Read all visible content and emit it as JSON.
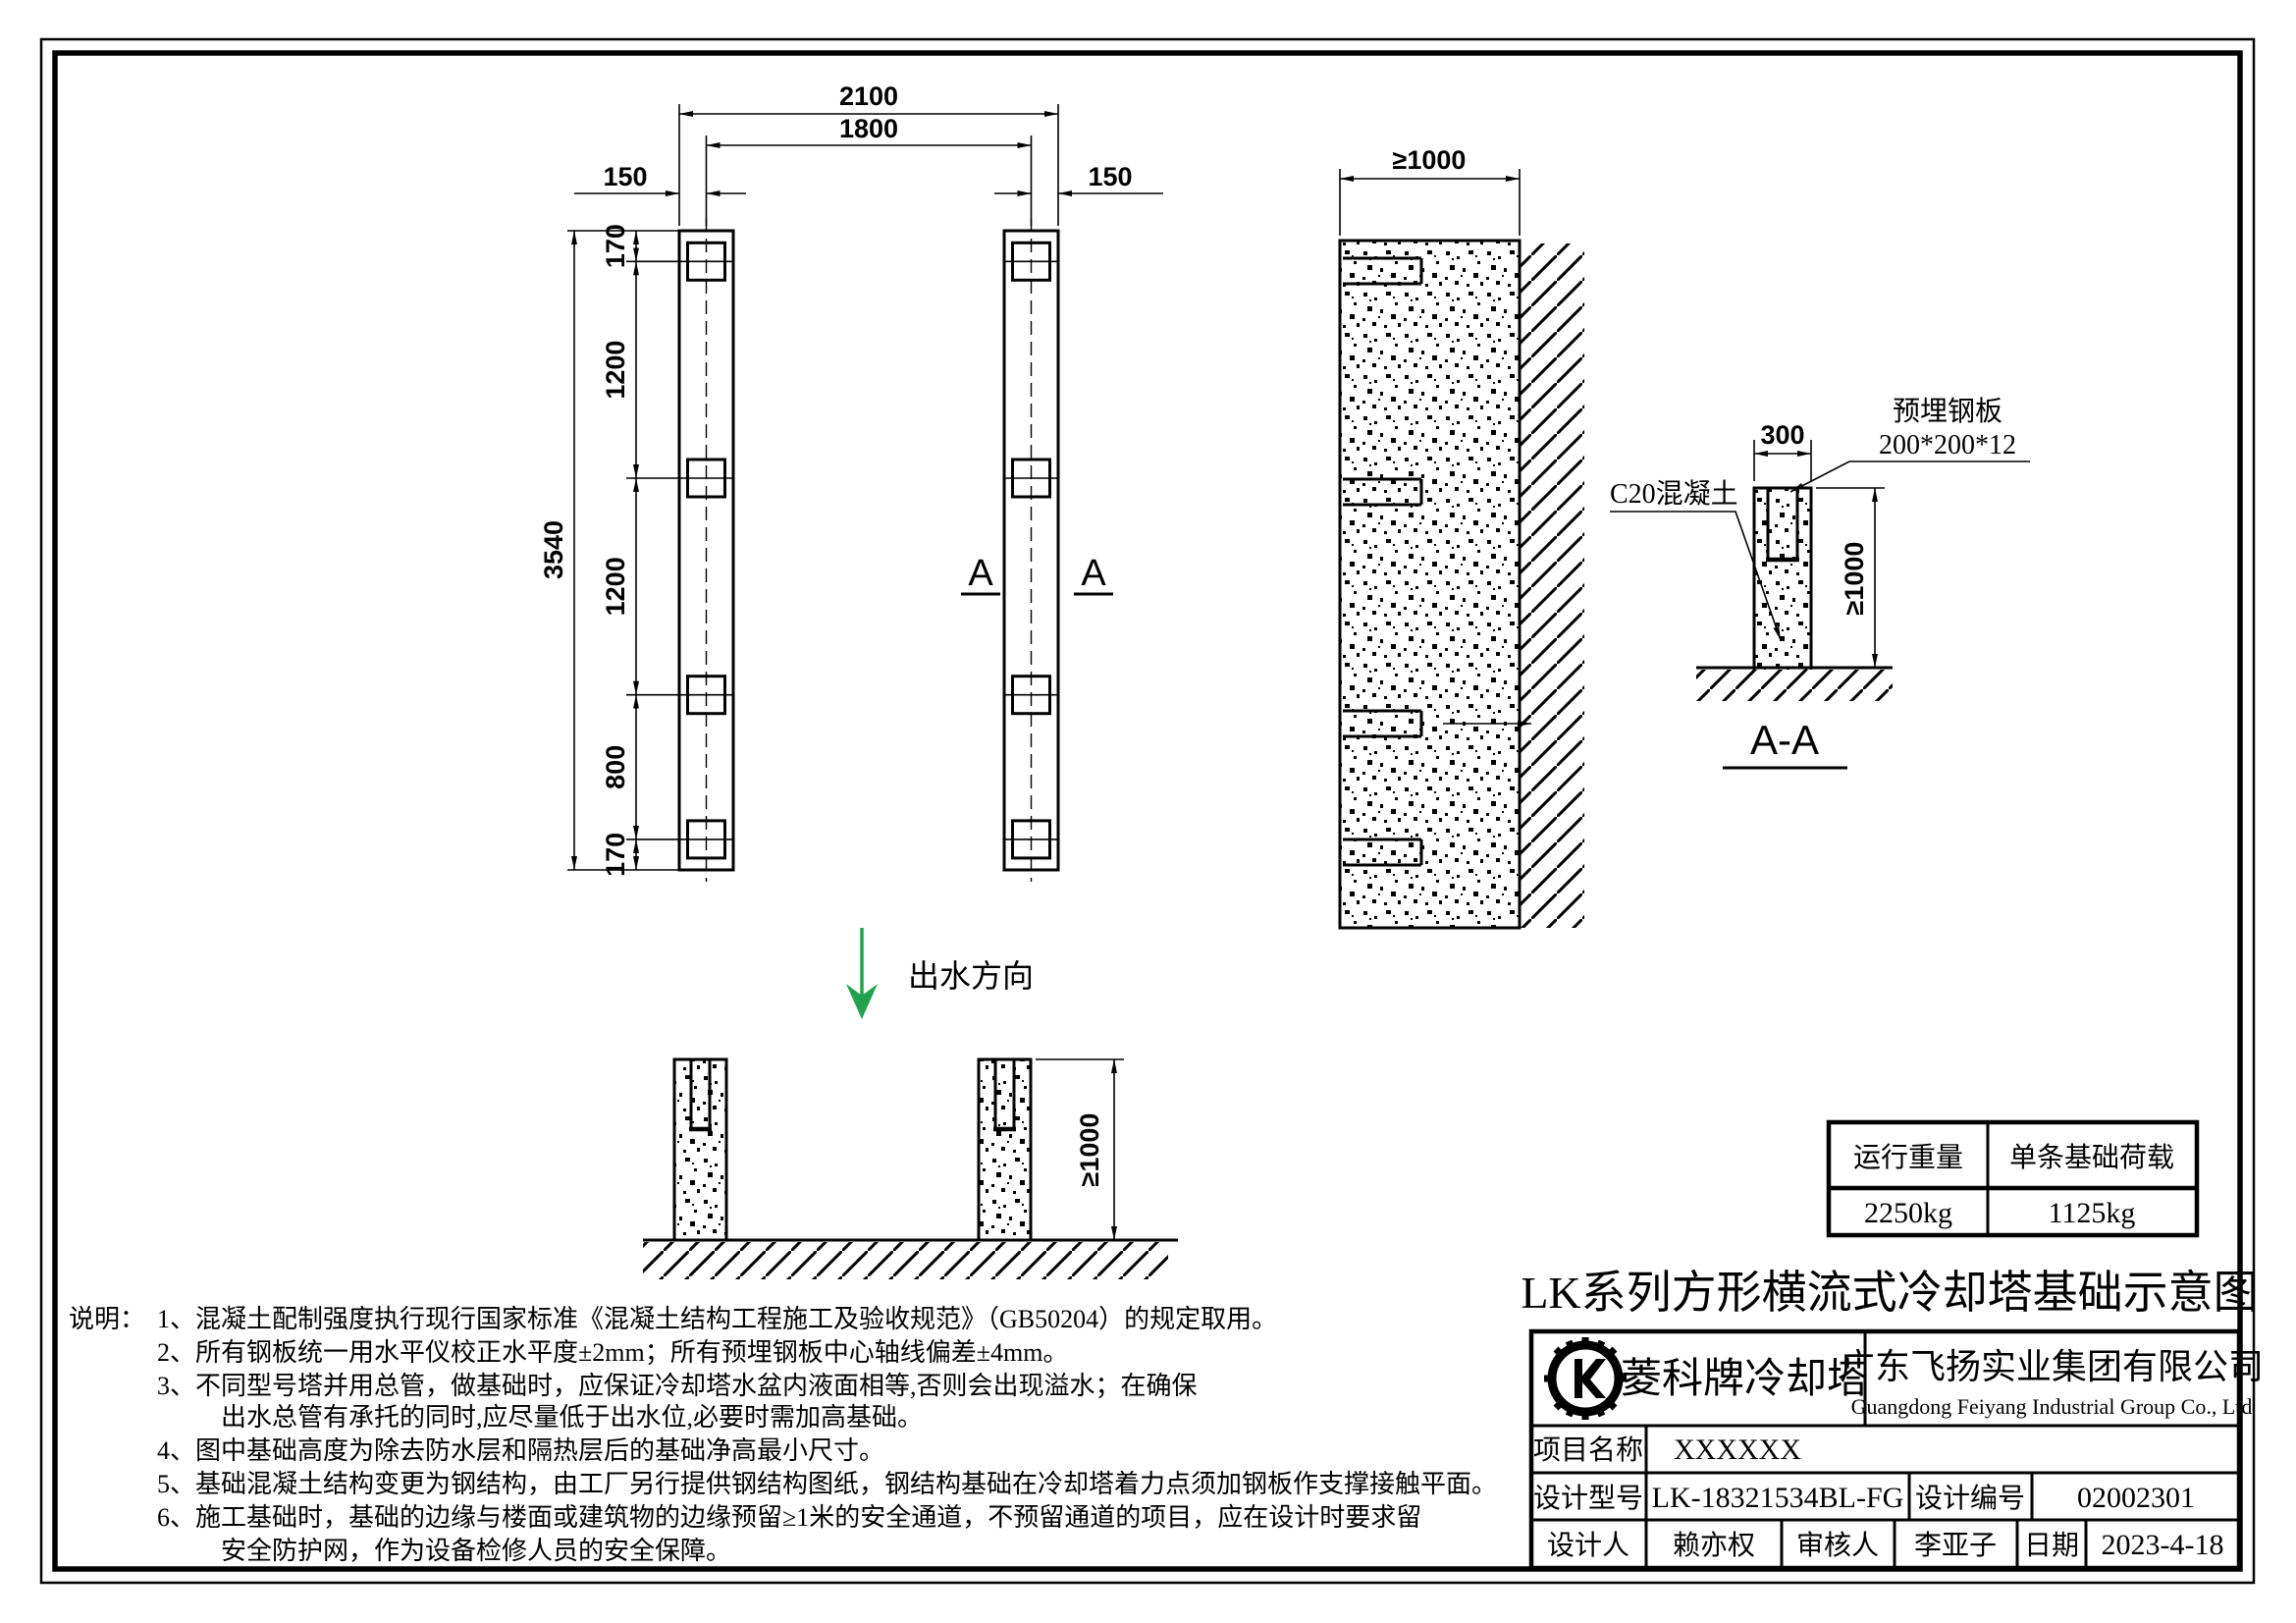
{
  "page": {
    "title": "LK系列方形横流式冷却塔基础示意图"
  },
  "colors": {
    "line": "#000000",
    "accent_green": "#22a24c"
  },
  "plan": {
    "total_width": "2100",
    "inner_width": "1800",
    "left_offset": "150",
    "right_offset": "150",
    "total_height": "3540",
    "row_dims": [
      "170",
      "1200",
      "1200",
      "800",
      "170"
    ],
    "section_letter_left": "A",
    "section_letter_right": "A"
  },
  "wall_section": {
    "dim_width": "≥1000"
  },
  "detail": {
    "dim_width": "300",
    "plate_label_1": "预埋钢板",
    "plate_label_2": "200*200*12",
    "concrete_label": "C20混凝土",
    "dim_height": "≥1000",
    "caption": "A-A"
  },
  "flow": {
    "label": "出水方向"
  },
  "elevation": {
    "dim_height": "≥1000"
  },
  "notes": {
    "prefix": "说明：",
    "lines": [
      "1、混凝土配制强度执行现行国家标准《混凝土结构工程施工及验收规范》（GB50204）的规定取用。",
      "2、所有钢板统一用水平仪校正水平度±2mm；所有预埋钢板中心轴线偏差±4mm。",
      "3、不同型号塔并用总管，做基础时，应保证冷却塔水盆内液面相等,否则会出现溢水；在确保",
      "出水总管有承托的同时,应尽量低于出水位,必要时需加高基础。",
      "4、图中基础高度为除去防水层和隔热层后的基础净高最小尺寸。",
      "5、基础混凝土结构变更为钢结构，由工厂另行提供钢结构图纸，钢结构基础在冷却塔着力点须加钢板作支撑接触平面。",
      "6、施工基础时，基础的边缘与楼面或建筑物的边缘预留≥1米的安全通道，不预留通道的项目，应在设计时要求留",
      "安全防护网，作为设备检修人员的安全保障。"
    ]
  },
  "load_table": {
    "headers": [
      "运行重量",
      "单条基础荷载"
    ],
    "values": [
      "2250kg",
      "1125kg"
    ]
  },
  "title_block": {
    "brand": "菱科牌冷却塔",
    "company_cn": "广东飞扬实业集团有限公司",
    "company_en": "Guangdong Feiyang Industrial Group Co., Ltd",
    "fields": {
      "project_label": "项目名称",
      "project_value": "XXXXXX",
      "model_label": "设计型号",
      "model_value": "LK-18321534BL-FG",
      "number_label": "设计编号",
      "number_value": "02002301",
      "designer_label": "设计人",
      "designer_value": "赖亦权",
      "checker_label": "审核人",
      "checker_value": "李亚子",
      "date_label": "日期",
      "date_value": "2023-4-18"
    }
  }
}
